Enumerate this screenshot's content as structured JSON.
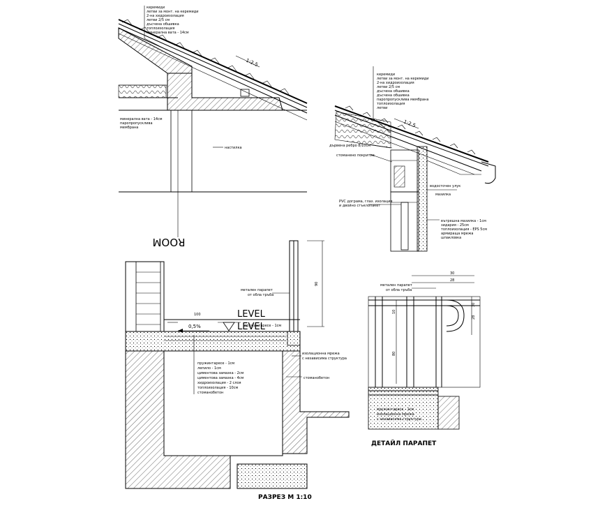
{
  "views": {
    "roof_left": {
      "layers": [
        "керемиди",
        "летви за монт. на керемиди",
        "2-на хидроизолация",
        "летви 2/5 см",
        "дъсчена обшивка",
        "топлоизолация",
        "минерална вата - 14см"
      ],
      "side_note": [
        "минерална вата - 14см",
        "паропропусклива",
        "мембрана"
      ],
      "slope": "1:2.5",
      "tag": "настилка",
      "room": "ROOM"
    },
    "roof_right": {
      "layers": [
        "керемиди",
        "летви за монт. на керемиди",
        "2-на хидроизолация",
        "летви 2/5 см",
        "дъсчена обшивка",
        "дъсчена обшивка",
        "паропропусклива мембрана",
        "топлоизолация",
        "летви"
      ],
      "slope": "1:2.5",
      "left_notes": [
        "дървена ребро 8/10см",
        "стоманено покритие",
        "PVC дограма, глаз. изолация",
        "и двойно стъклопакет"
      ],
      "right_notes": [
        "водосточен улук",
        "мазилка"
      ],
      "wall_layers": [
        "вътрешна мазилка - 1см",
        "зидария - 25см",
        "топлоизолация - EPS 5см",
        "армираща мрежа",
        "шпакловка"
      ]
    },
    "parapet": {
      "label": [
        "метален парапет",
        "от обла тръба"
      ],
      "level": "LEVEL",
      "slope": "0,5%",
      "height_dim": "90",
      "dim_small": "100",
      "layers": [
        "пружинтаресе - 1см",
        "лепило - 1см",
        "циментова замазка - 2см",
        "циментова замазка - 4см",
        "хидроизолация - 2 слоя",
        "топлоизолация - 10см",
        "стоманобетон"
      ],
      "right_notes": [
        "изолационна мрежа",
        "с независима структура",
        "стоманобетон"
      ],
      "top_note": "пружинтаресе - 1см"
    },
    "detail": {
      "label": [
        "метален парапет",
        "от обла тръба"
      ],
      "dims_top": [
        "30",
        "28"
      ],
      "dims_side": [
        "30",
        "28",
        "10",
        "80"
      ],
      "bottom_notes": [
        "пружинтаресе - 1см",
        "изолационна мрежа",
        "с независима структура"
      ],
      "title": "ДЕТАЙЛ ПАРАПЕТ"
    },
    "section_title": "РАЗРЕЗ М 1:10"
  }
}
